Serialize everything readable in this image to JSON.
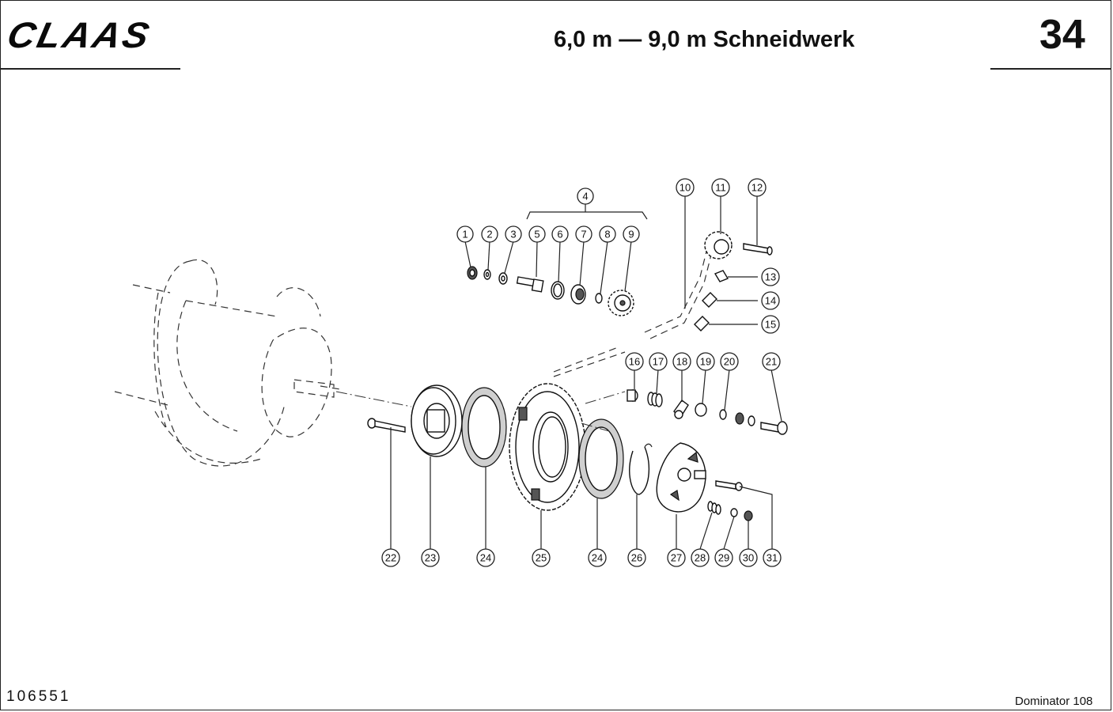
{
  "header": {
    "brand": "CLAAS",
    "title": "6,0 m — 9,0 m Schneidwerk",
    "page_number": "34"
  },
  "footer": {
    "drawing_number": "106551",
    "model": "Dominator 108"
  },
  "callouts": [
    {
      "label": "1"
    },
    {
      "label": "2"
    },
    {
      "label": "3"
    },
    {
      "label": "4"
    },
    {
      "label": "5"
    },
    {
      "label": "6"
    },
    {
      "label": "7"
    },
    {
      "label": "8"
    },
    {
      "label": "9"
    },
    {
      "label": "10"
    },
    {
      "label": "11"
    },
    {
      "label": "12"
    },
    {
      "label": "13"
    },
    {
      "label": "14"
    },
    {
      "label": "15"
    },
    {
      "label": "16"
    },
    {
      "label": "17"
    },
    {
      "label": "18"
    },
    {
      "label": "19"
    },
    {
      "label": "20"
    },
    {
      "label": "21"
    },
    {
      "label": "22"
    },
    {
      "label": "23"
    },
    {
      "label": "24"
    },
    {
      "label": "25"
    },
    {
      "label": "24"
    },
    {
      "label": "26"
    },
    {
      "label": "27"
    },
    {
      "label": "28"
    },
    {
      "label": "29"
    },
    {
      "label": "30"
    },
    {
      "label": "31"
    }
  ]
}
